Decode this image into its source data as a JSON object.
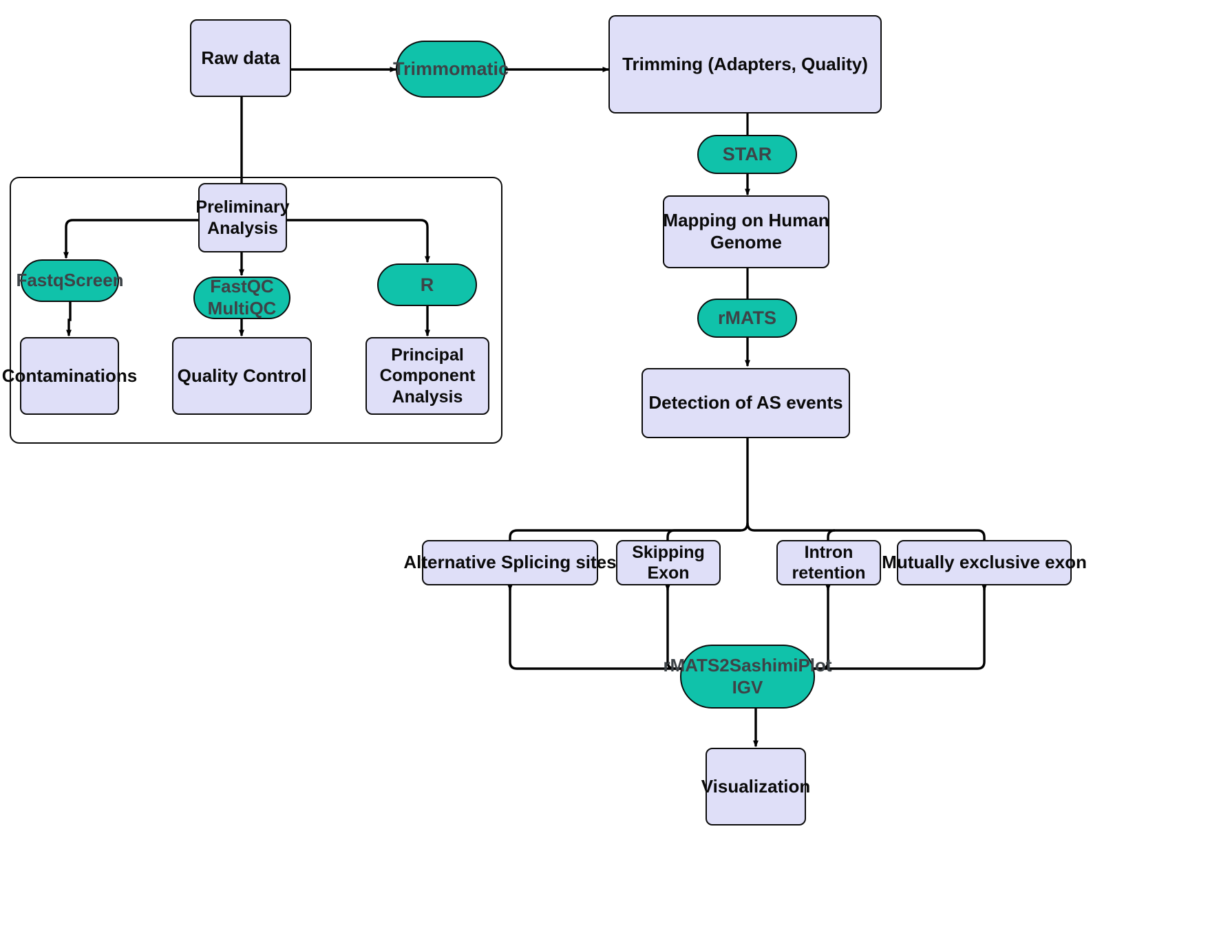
{
  "diagram": {
    "type": "flowchart",
    "title": "RNA-seq Alternative Splicing Analysis Pipeline",
    "colors": {
      "process_fill": "#dfdff8",
      "tool_fill": "#10c2aa",
      "stroke": "#0b0b0b",
      "process_text": "#0a0a0a",
      "tool_text": "#3d4347",
      "background": "#ffffff"
    }
  },
  "subgraphs": [
    {
      "id": "preliminary_analysis_group",
      "label": ""
    }
  ],
  "nodes": {
    "raw_data": {
      "label": "Raw data",
      "shape": "rounded-rect",
      "kind": "process"
    },
    "trimmomatic": {
      "label": "Trimmomatic",
      "shape": "stadium",
      "kind": "tool"
    },
    "trimming": {
      "label": "Trimming (Adapters, Quality)",
      "shape": "rounded-rect",
      "kind": "process"
    },
    "star": {
      "label": "STAR",
      "shape": "stadium",
      "kind": "tool"
    },
    "mapping": {
      "label_line1": "Mapping on Human",
      "label_line2": "Genome",
      "shape": "rounded-rect",
      "kind": "process"
    },
    "rmats": {
      "label": "rMATS",
      "shape": "stadium",
      "kind": "tool"
    },
    "detection": {
      "label": "Detection of AS events",
      "shape": "rounded-rect",
      "kind": "process"
    },
    "preliminary": {
      "label_line1": "Preliminary",
      "label_line2": "Analysis",
      "shape": "rounded-rect",
      "kind": "process"
    },
    "fastqscreen": {
      "label": "FastqScreen",
      "shape": "stadium",
      "kind": "tool"
    },
    "fastqc": {
      "label_line1": "FastQC",
      "label_line2": "MultiQC",
      "shape": "stadium",
      "kind": "tool"
    },
    "r_tool": {
      "label": "R",
      "shape": "stadium",
      "kind": "tool"
    },
    "contaminations": {
      "label": "Contaminations",
      "shape": "rounded-rect",
      "kind": "process"
    },
    "quality_control": {
      "label": "Quality Control",
      "shape": "rounded-rect",
      "kind": "process"
    },
    "pca": {
      "label_line1": "Principal",
      "label_line2": "Component",
      "label_line3": "Analysis",
      "shape": "rounded-rect",
      "kind": "process"
    },
    "alt_splicing_sites": {
      "label": "Alternative Splicing sites",
      "shape": "rounded-rect",
      "kind": "process"
    },
    "skipping_exon": {
      "label_line1": "Skipping",
      "label_line2": "Exon",
      "shape": "rounded-rect",
      "kind": "process"
    },
    "intron_retention": {
      "label_line1": "Intron",
      "label_line2": "retention",
      "shape": "rounded-rect",
      "kind": "process"
    },
    "mutually_exclusive_exon": {
      "label": "Mutually exclusive exon",
      "shape": "rounded-rect",
      "kind": "process"
    },
    "sashimi": {
      "label_line1": "rMATS2SashimiPlot",
      "label_line2": "IGV",
      "shape": "stadium",
      "kind": "tool"
    },
    "visualization": {
      "label": "Visualization",
      "shape": "rounded-rect",
      "kind": "process"
    }
  },
  "edges": [
    {
      "from": "raw_data",
      "to": "trimmomatic",
      "arrow": true
    },
    {
      "from": "trimmomatic",
      "to": "trimming",
      "arrow": true
    },
    {
      "from": "raw_data",
      "to": "preliminary",
      "arrow": true
    },
    {
      "from": "trimming",
      "to": "star",
      "arrow": false
    },
    {
      "from": "star",
      "to": "mapping",
      "arrow": true
    },
    {
      "from": "mapping",
      "to": "rmats",
      "arrow": false
    },
    {
      "from": "rmats",
      "to": "detection",
      "arrow": true
    },
    {
      "from": "preliminary",
      "to": "fastqscreen",
      "arrow": true
    },
    {
      "from": "preliminary",
      "to": "fastqc",
      "arrow": true
    },
    {
      "from": "preliminary",
      "to": "r_tool",
      "arrow": true
    },
    {
      "from": "fastqscreen",
      "to": "contaminations",
      "arrow": true
    },
    {
      "from": "fastqc",
      "to": "quality_control",
      "arrow": true
    },
    {
      "from": "r_tool",
      "to": "pca",
      "arrow": true
    },
    {
      "from": "detection",
      "to": "alt_splicing_sites",
      "arrow": true
    },
    {
      "from": "detection",
      "to": "skipping_exon",
      "arrow": true
    },
    {
      "from": "detection",
      "to": "intron_retention",
      "arrow": true
    },
    {
      "from": "detection",
      "to": "mutually_exclusive_exon",
      "arrow": true
    },
    {
      "from": "alt_splicing_sites",
      "to": "sashimi",
      "arrow": false
    },
    {
      "from": "skipping_exon",
      "to": "sashimi",
      "arrow": false
    },
    {
      "from": "intron_retention",
      "to": "sashimi",
      "arrow": false
    },
    {
      "from": "mutually_exclusive_exon",
      "to": "sashimi",
      "arrow": false
    },
    {
      "from": "sashimi",
      "to": "visualization",
      "arrow": true
    }
  ]
}
